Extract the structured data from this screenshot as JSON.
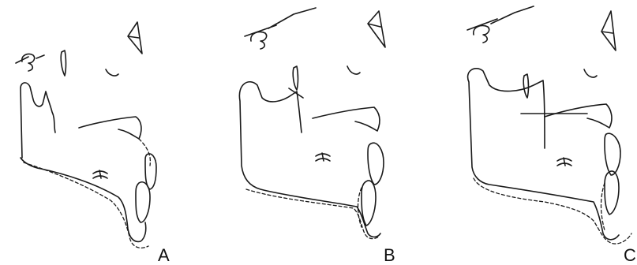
{
  "panels": [
    {
      "letter": "A"
    },
    {
      "letter": "B"
    },
    {
      "letter": "C"
    }
  ]
}
